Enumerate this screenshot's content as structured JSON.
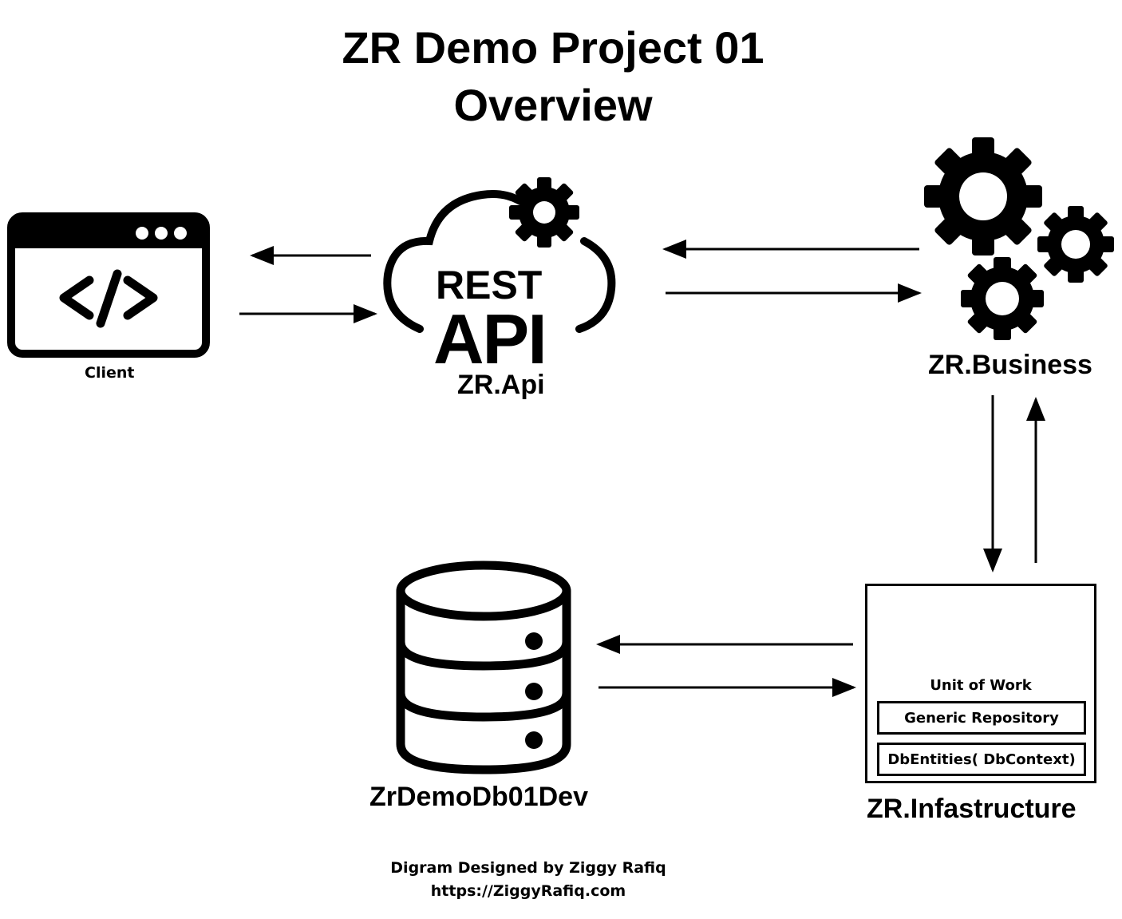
{
  "title": {
    "line1": "ZR Demo Project 01",
    "line2": "Overview"
  },
  "nodes": {
    "client": {
      "label": "Client",
      "icon": "code-window-icon"
    },
    "api": {
      "label": "ZR.Api",
      "icon_text_top": "REST",
      "icon_text_bottom": "API",
      "icon": "cloud-gear-icon"
    },
    "business": {
      "label": "ZR.Business",
      "icon": "gears-icon"
    },
    "database": {
      "label": "ZrDemoDb01Dev",
      "icon": "database-icon"
    },
    "infrastructure": {
      "label": "ZR.Infastructure",
      "unit_of_work": "Unit of Work",
      "layers": [
        "Generic Repository",
        "DbEntities( DbContext)"
      ]
    }
  },
  "footer": {
    "line1": "Digram Designed by Ziggy Rafiq",
    "line2": "https://ZiggyRafiq.com"
  }
}
